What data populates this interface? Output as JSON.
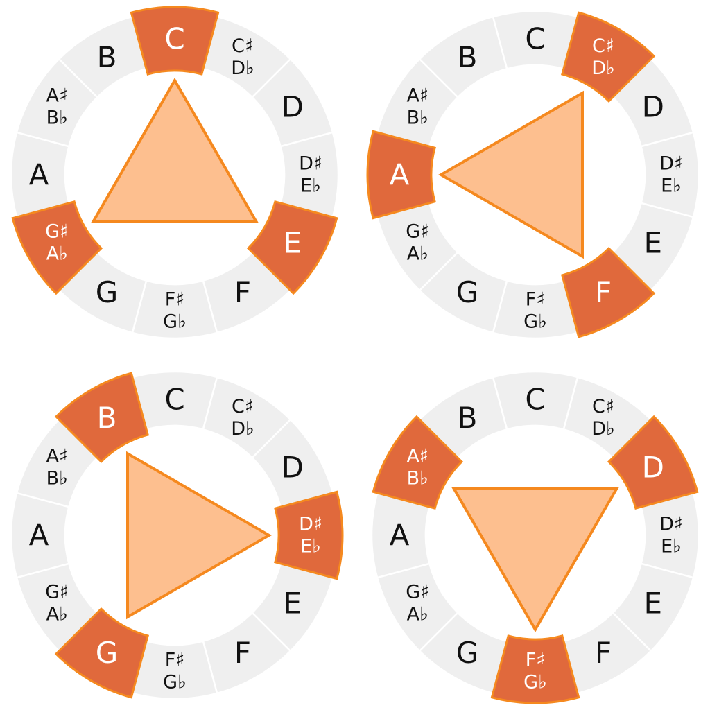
{
  "notes": [
    {
      "primary": "C",
      "secondary": ""
    },
    {
      "primary": "C♯",
      "secondary": "D♭"
    },
    {
      "primary": "D",
      "secondary": ""
    },
    {
      "primary": "D♯",
      "secondary": "E♭"
    },
    {
      "primary": "E",
      "secondary": ""
    },
    {
      "primary": "F",
      "secondary": ""
    },
    {
      "primary": "F♯",
      "secondary": "G♭"
    },
    {
      "primary": "G",
      "secondary": ""
    },
    {
      "primary": "G♯",
      "secondary": "A♭"
    },
    {
      "primary": "A",
      "secondary": ""
    },
    {
      "primary": "A♯",
      "secondary": "B♭"
    },
    {
      "primary": "B",
      "secondary": ""
    }
  ],
  "wheels": [
    {
      "highlighted": [
        0,
        4,
        8
      ]
    },
    {
      "highlighted": [
        1,
        5,
        9
      ]
    },
    {
      "highlighted": [
        3,
        7,
        11
      ]
    },
    {
      "highlighted": [
        2,
        6,
        10
      ]
    }
  ],
  "colors": {
    "segment_off": "#efefef",
    "segment_on": "#e0693c",
    "segment_on_outline": "#f5891f",
    "triangle_fill": "#fdbf8f",
    "triangle_outline": "#f5891f",
    "text_off": "#111111",
    "text_on": "#ffffff"
  }
}
